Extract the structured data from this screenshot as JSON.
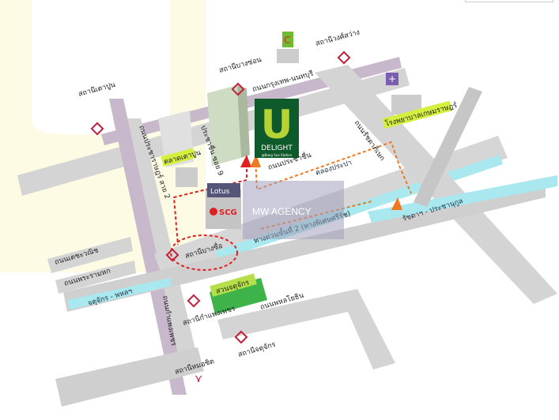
{
  "project": {
    "logo_letter": "U",
    "name": "DELIGHT",
    "subtitle": "@Bang Sue Station"
  },
  "watermark": "MW AGENCY",
  "stations": {
    "tao_poon": "สถานีเตาปูน",
    "bang_son": "สถานีบางซ่อน",
    "wong_sawang": "สถานีวงศ์สว่าง",
    "bang_sue": "สถานีบางซื่อ",
    "kamphaeng_phet": "สถานีกำแพงเพชร",
    "chatuchak": "สถานีจตุจักร",
    "mo_chit": "สถานีหมอชิต"
  },
  "roads": {
    "krungthep_nonthaburi": "ถนนกรุงเทพ-นนทบุรี",
    "pracharat_2": "ถนนประชาราษฎร์ สาย 2",
    "prachachuen_soi9": "ประชาชื่น ซอย 9",
    "prachachuen": "ถนนประชาชื่น",
    "ratchadaphisek": "ถนนรัชดาภิเษก",
    "ratchada_prachanukul": "รัชดาฯ - ประชานุกูล",
    "expressway": "ทางด่วนขั้นที่ 2 (ทางพิเศษศรีรัช)",
    "techawanich": "ถนนเตชะวณิช",
    "rama6": "ถนนพระรามหก",
    "chatuchak_phahon": "จตุจักร - พหลฯ",
    "kamphaeng_phet": "ถนนกำแพงเพชร",
    "phahonyothin": "ถนนพหลโยธิน"
  },
  "landmarks": {
    "canal": "คลองประปา",
    "tao_poon_market": "ตลาดเตาปูน",
    "hospital": "โรงพยาบาลเกษมราษฎร์",
    "chatuchak_park": "สวนจตุจักร",
    "lotus": "Lotus",
    "scg": "SCG"
  },
  "colors": {
    "road": "#d3d3d3",
    "mrt": "#c7b6c9",
    "canal": "#a8e8ee",
    "brand_green": "#0f5a2b",
    "brand_lime": "#b5d334",
    "route": "#f07820",
    "route_red": "#e02020",
    "label_bg": "#d6ef3c"
  }
}
